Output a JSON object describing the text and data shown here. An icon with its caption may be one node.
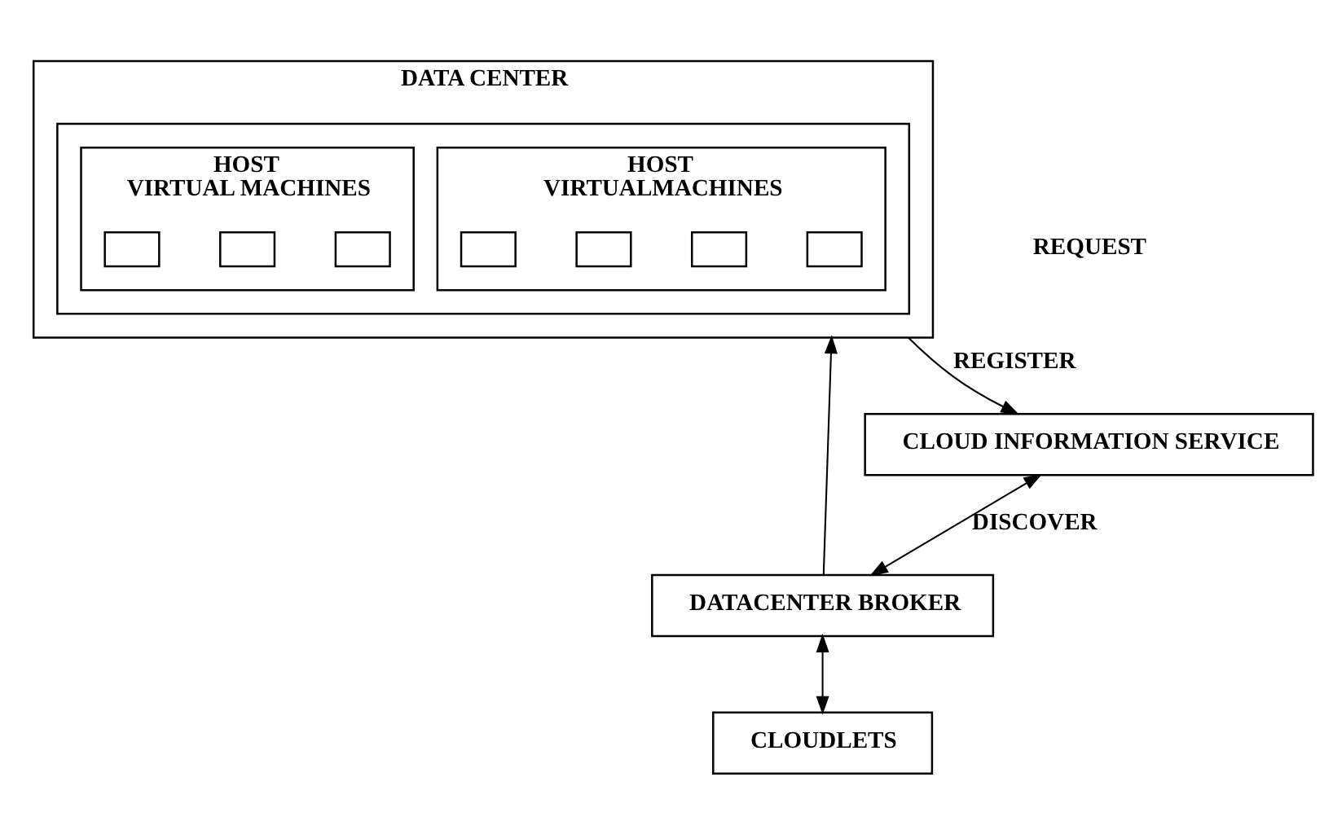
{
  "diagram": {
    "nodes": [
      {
        "text": [
          "DATA CENTER"
        ]
      },
      {
        "text": [],
        "shape": "box",
        "in": 0
      },
      {
        "text": [
          "HOST",
          "VIRTUALMACHINES"
        ],
        "in": 1
      },
      {
        "text": [],
        "shape": "box",
        "in": 2
      },
      {
        "text": [],
        "shape": "box",
        "in": 2
      },
      {
        "text": [],
        "shape": "box",
        "in": 2
      },
      {
        "text": [],
        "shape": "box",
        "in": 2
      },
      {
        "text": [
          "HOST",
          "VIRTUAL MACHINES"
        ],
        "in": 1
      },
      {
        "text": [],
        "shape": "box",
        "in": 7
      },
      {
        "text": [],
        "shape": "box",
        "in": 7
      },
      {
        "text": [],
        "shape": "box",
        "in": 7
      },
      {
        "text": [
          "CLOUD INFORMATION SERVICE"
        ]
      },
      {
        "text": [
          "DATACENTER BROKER"
        ]
      },
      {
        "text": [
          "CLOUDLETS"
        ]
      }
    ],
    "edges": [
      {
        "from": 0,
        "to": 11,
        "arrow": "to",
        "label": "REGISTER"
      },
      {
        "from": 12,
        "to": 0,
        "arrow": "to"
      },
      {
        "from": 12,
        "to": 11,
        "arrow": "both",
        "label": "DISCOVER"
      },
      {
        "from": 12,
        "to": 13,
        "arrow": "both"
      }
    ],
    "labels": [
      "REQUEST"
    ]
  }
}
